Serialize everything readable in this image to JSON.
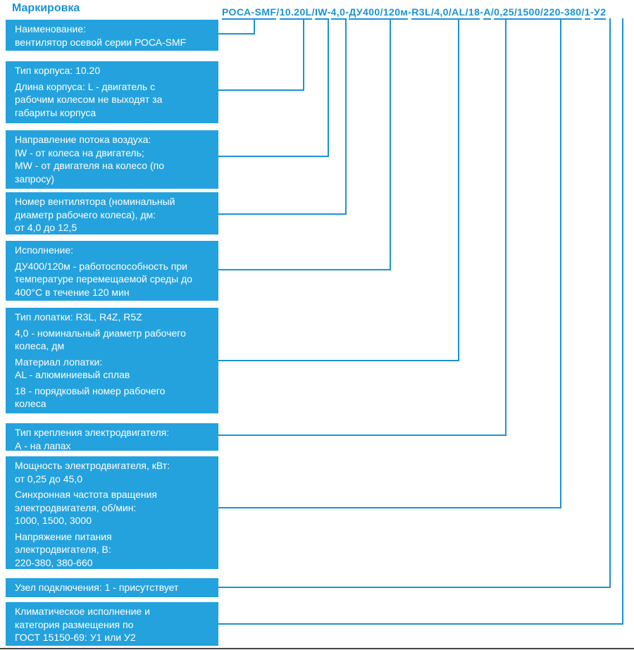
{
  "title": "Маркировка",
  "colors": {
    "fill": "#24A2DD",
    "accent": "#1B93D4",
    "text_on_fill": "#FFFFFF",
    "bottom_rule": "#444444"
  },
  "marking_code": {
    "full": "РОСА-SMF/10.20L/IW-4,0-ДУ400/120м-R3L/4,0/AL/18-А/0,25/1500/220-380/1-У2",
    "parts": [
      "РОСА-SMF",
      "/",
      "10.20L",
      "/",
      "IW",
      "-",
      "4,0",
      "-",
      "ДУ400/120м",
      "-",
      "R3L/4,0/AL/18",
      "-",
      "А",
      "/",
      "0,25/1500/220-380",
      "/",
      "1",
      "-",
      "У2"
    ]
  },
  "boxes": [
    {
      "lines": [
        "Наименование:",
        "вентилятор осевой серии РОСА-SMF"
      ]
    },
    {
      "lines": [
        "Тип корпуса: 10.20",
        "Длина корпуса: L - двигатель с",
        "рабочим колесом не выходят за",
        "габариты корпуса"
      ]
    },
    {
      "lines": [
        "Направление потока воздуха:",
        "IW - от колеса на двигатель;",
        "MW - от двигателя на колесо (по",
        "запросу)"
      ]
    },
    {
      "lines": [
        "Номер вентилятора (номинальный",
        "диаметр рабочего колеса), дм:",
        "от 4,0 до 12,5"
      ]
    },
    {
      "lines": [
        "Исполнение:",
        "ДУ400/120м - работоспособность при",
        "температуре перемещаемой среды до",
        "400°С в течение 120 мин"
      ]
    },
    {
      "lines": [
        "Тип лопатки: R3L, R4Z, R5Z",
        "4,0 - номинальный диаметр рабочего",
        "колеса, дм",
        "Материал лопатки:",
        "AL - алюминиевый сплав",
        "18 - порядковый номер рабочего",
        "колеса"
      ]
    },
    {
      "lines": [
        "Тип крепления электродвигателя:",
        "А - на лапах"
      ]
    },
    {
      "lines": [
        "Мощность электродвигателя, кВт:",
        "от 0,25 до 45,0",
        "Синхронная частота вращения",
        "электродвигателя, об/мин:",
        "1000, 1500, 3000",
        "Напряжение питания",
        "электродвигателя, В:",
        "220-380, 380-660"
      ]
    },
    {
      "lines": [
        "Узел подключения: 1 - присутствует"
      ]
    },
    {
      "lines": [
        "Климатическое исполнение и",
        "категория размещения по",
        "ГОСТ 15150-69: У1 или У2"
      ]
    }
  ]
}
